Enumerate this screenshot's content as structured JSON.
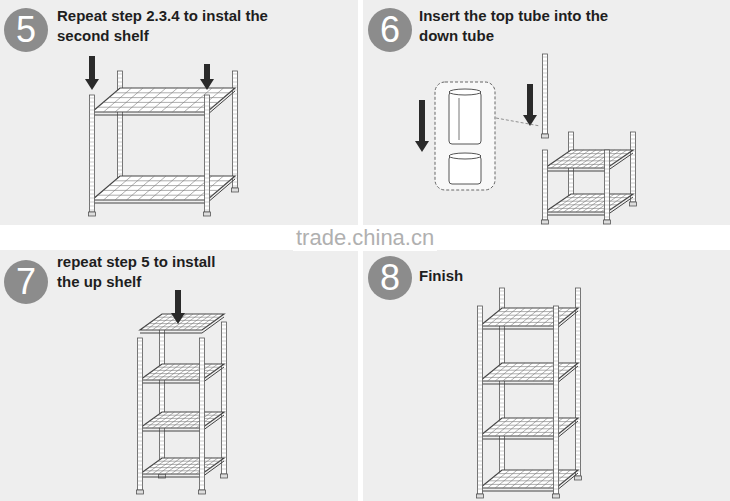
{
  "diagram": {
    "nodes": [
      {
        "text": [
          "Repeat step 2.3.4 to instal the second shelf"
        ]
      },
      {
        "text": [
          "5"
        ],
        "in": 0
      },
      {
        "text": [
          "Insert the top tube into the down tube"
        ]
      },
      {
        "text": [
          "6"
        ],
        "in": 2
      },
      {
        "text": [
          "repeat step 5 to install the up shelf"
        ]
      },
      {
        "text": [
          "7"
        ],
        "in": 4
      },
      {
        "text": [
          "Finish"
        ]
      },
      {
        "text": [
          "8"
        ],
        "in": 6
      }
    ],
    "labels": [
      "trade.china.cn"
    ]
  }
}
